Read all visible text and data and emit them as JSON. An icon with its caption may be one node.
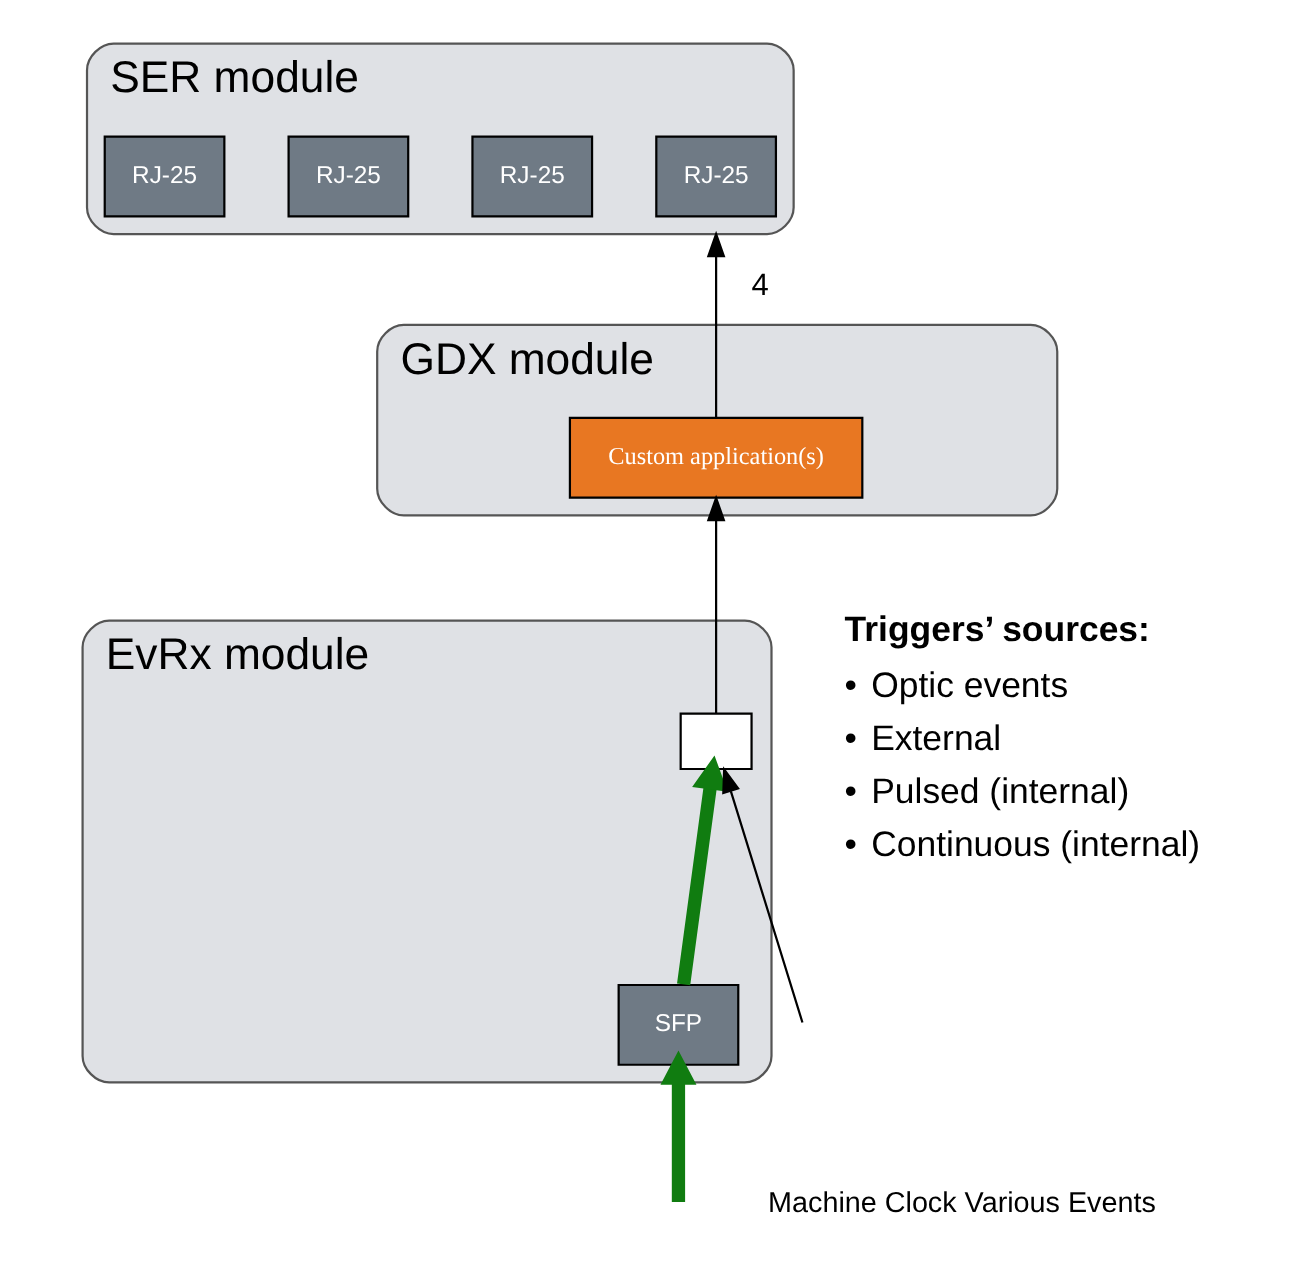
{
  "diagram": {
    "nodes": [
      {
        "text": [
          "SER module"
        ]
      },
      {
        "text": [
          "RJ-25"
        ],
        "in": 0
      },
      {
        "text": [
          "RJ-25"
        ],
        "in": 0
      },
      {
        "text": [
          "RJ-25"
        ],
        "in": 0
      },
      {
        "text": [
          "RJ-25"
        ],
        "in": 0
      },
      {
        "text": [
          "GDX module"
        ]
      },
      {
        "text": [
          "Custom application(s)"
        ],
        "in": 5
      },
      {
        "text": [
          "EvRx module"
        ]
      },
      {
        "text": [],
        "shape": "box",
        "in": 7
      },
      {
        "text": [
          "SFP"
        ],
        "in": 7
      }
    ],
    "edges": [
      {
        "from": 6,
        "to": 0,
        "arrow": "to",
        "label": "4"
      },
      {
        "from": 8,
        "to": 6,
        "arrow": "to"
      },
      {
        "from": 9,
        "to": 8,
        "arrow": "to",
        "style": "thick",
        "color": "#107c10"
      },
      {
        "from": null,
        "to": 8,
        "arrow": "to"
      },
      {
        "from": null,
        "to": 9,
        "arrow": "to",
        "style": "thick",
        "color": "#107c10"
      }
    ],
    "labels": [
      "Machine Clock Various Events",
      "Triggers’ sources:",
      "•",
      "Optic events",
      "•",
      "External",
      "•",
      "Pulsed (internal)",
      "•",
      "Continuous (internal)"
    ]
  }
}
